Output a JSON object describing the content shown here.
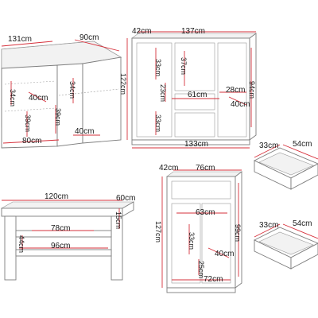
{
  "corner_desk": {
    "width": "131cm",
    "depth": "90cm",
    "height": "34cm",
    "inner_depth": "40cm",
    "inner_height": "34cm",
    "leg_height": "39cm",
    "side_height": "39cm",
    "base_width": "80cm",
    "return_depth": "40cm"
  },
  "sideboard": {
    "width": "137cm",
    "depth": "42cm",
    "height": "122cm",
    "upper_left_height": "33cm",
    "upper_mid_height": "37cm",
    "mid_left_height": "23cm",
    "lower_left_height": "33cm",
    "drawer_width": "61cm",
    "shelf_width": "28cm",
    "inner_depth": "40cm",
    "right_height": "94cm",
    "base_width": "133cm"
  },
  "drawer_top": {
    "width": "33cm",
    "depth": "54cm"
  },
  "drawer_bottom": {
    "width": "33cm",
    "depth": "54cm"
  },
  "coffee_table": {
    "width": "120cm",
    "depth": "60cm",
    "shelf_width": "78cm",
    "side_height": "15cm",
    "leg_height": "44cm",
    "base_width": "96cm"
  },
  "cabinet": {
    "depth": "42cm",
    "width": "76cm",
    "height": "127cm",
    "drawer_width": "63cm",
    "shelf_height": "33cm",
    "right_height": "99cm",
    "inner_depth": "40cm",
    "bottom_height": "25cm",
    "base_width": "72cm"
  }
}
